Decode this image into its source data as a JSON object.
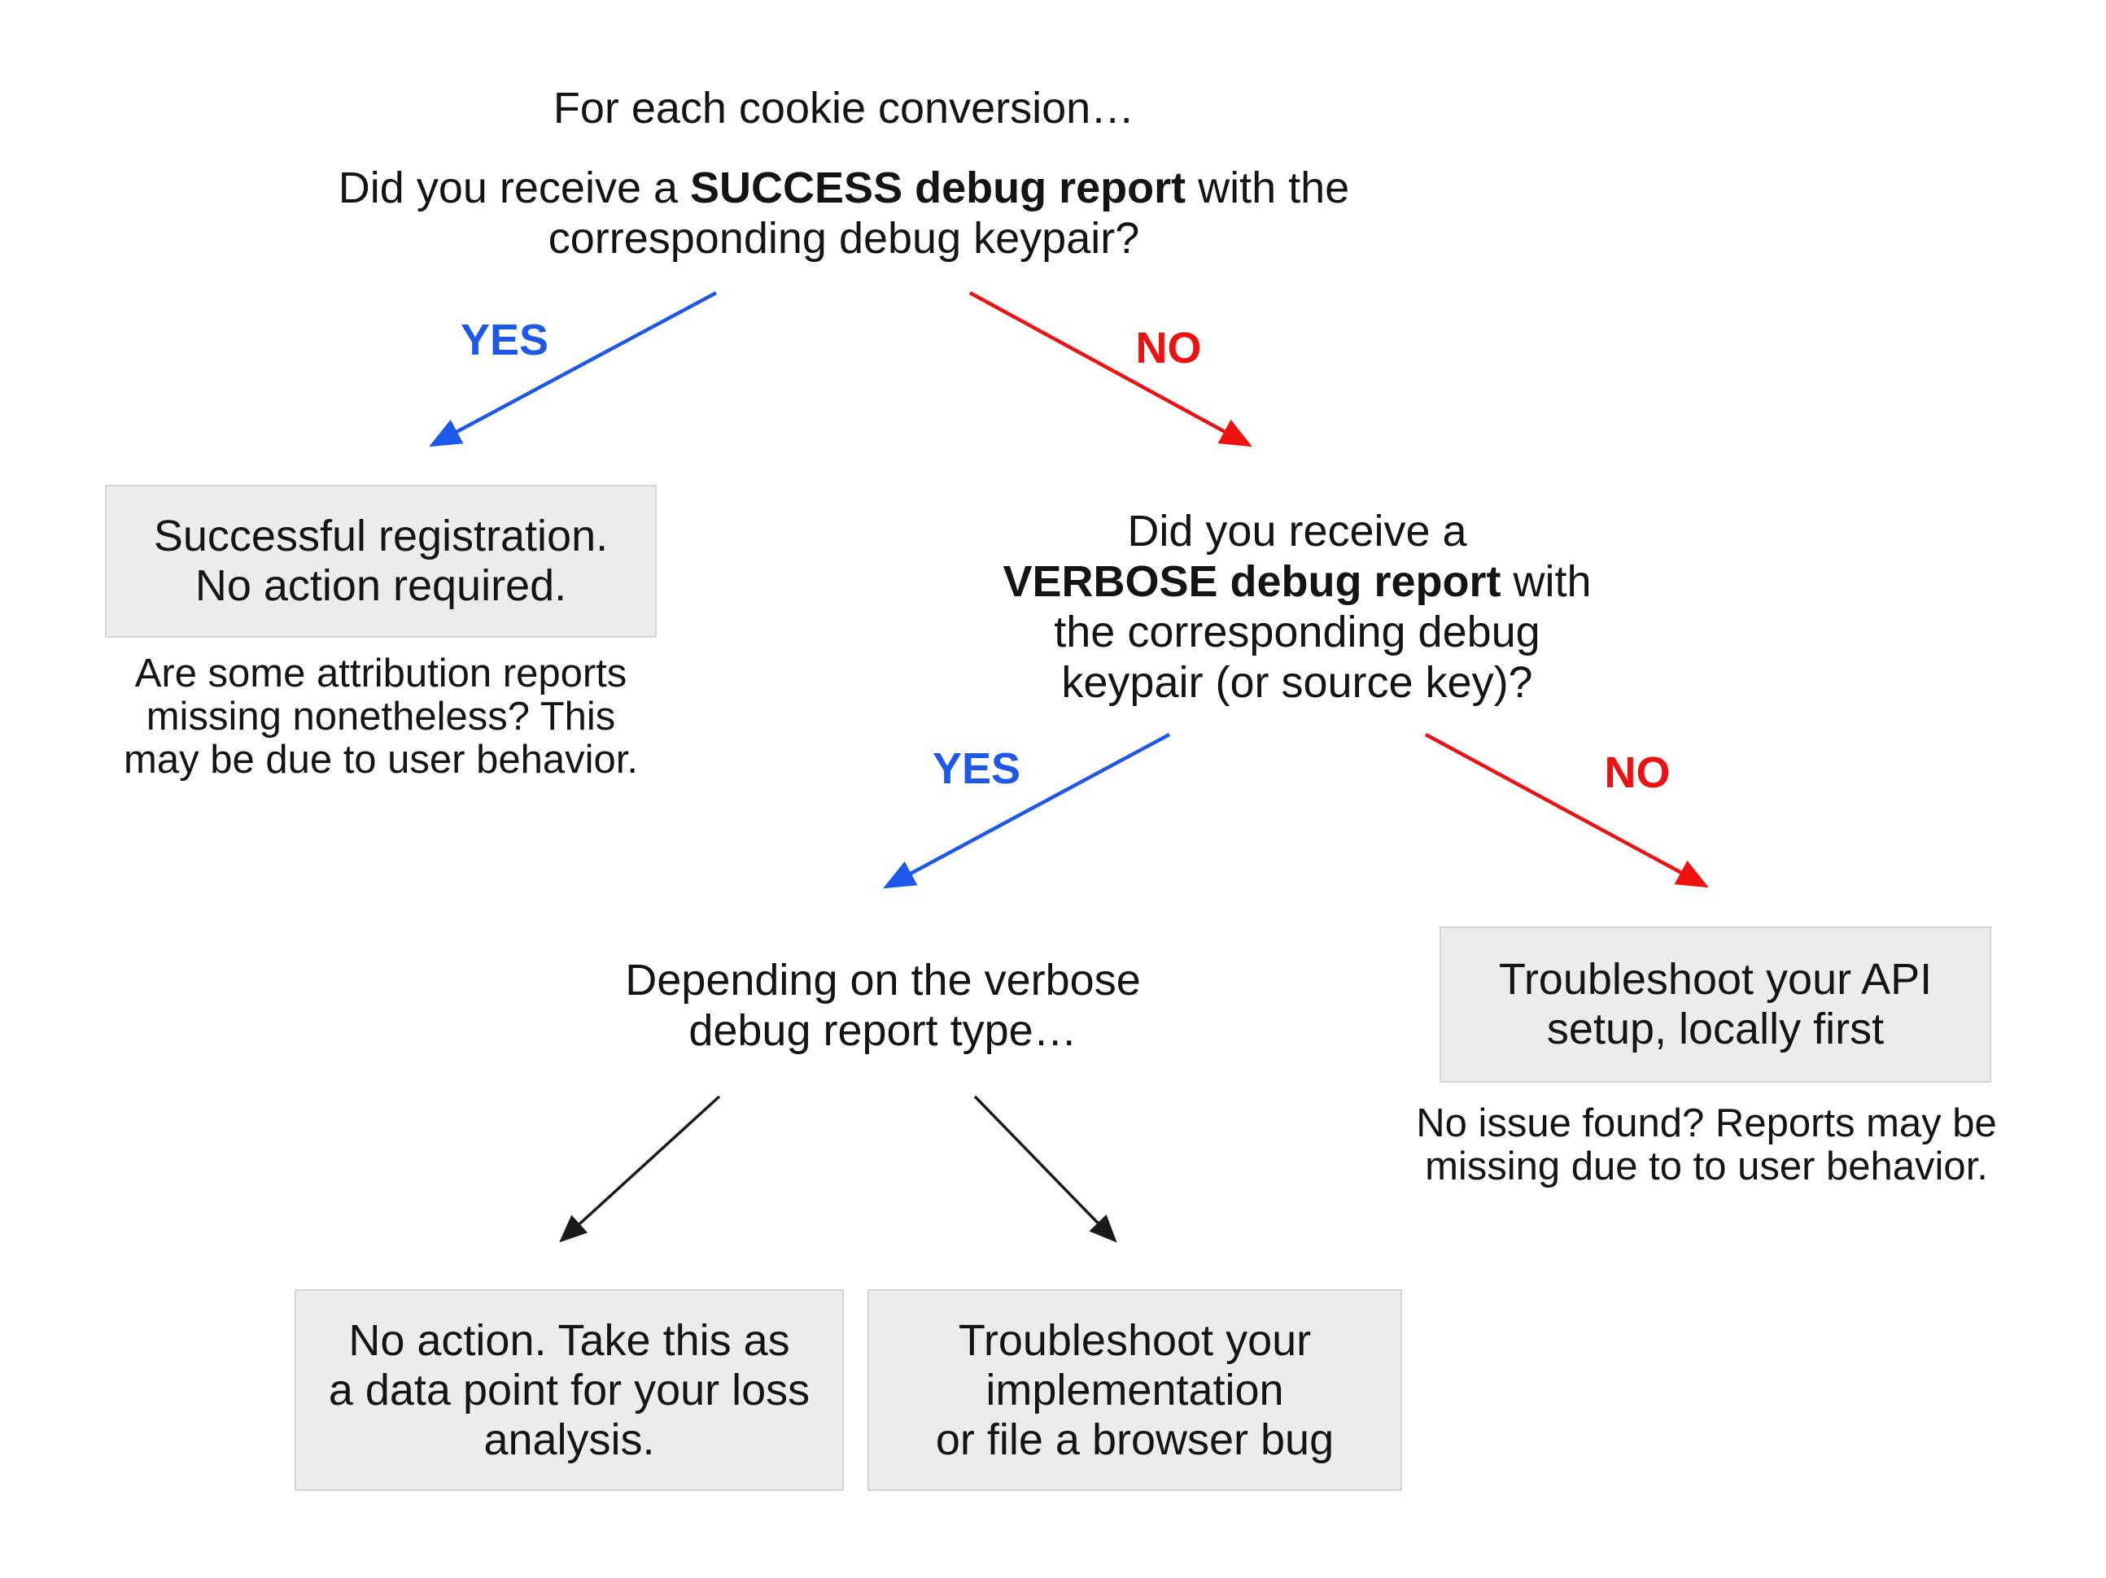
{
  "colors": {
    "yes": "#1d58e9",
    "no": "#ee1111",
    "arrow": "#1a1a1a",
    "box_fill": "#ececec",
    "box_border": "#d4d4d4",
    "text": "#141414"
  },
  "root_question": {
    "intro": "For each cookie conversion…",
    "line1_pre": "Did you receive a ",
    "line1_bold": "SUCCESS debug report",
    "line1_post": " with the",
    "line2": "corresponding debug keypair?"
  },
  "branch1": {
    "yes_label": "YES",
    "no_label": "NO",
    "yes_outcome": {
      "line1": "Successful registration.",
      "line2": "No action required."
    },
    "yes_note": {
      "line1": "Are some attribution reports",
      "line2": "missing nonetheless? This",
      "line3": "may be due to user behavior."
    }
  },
  "verbose_question": {
    "line1": "Did you receive a",
    "line2_bold": "VERBOSE debug report",
    "line2_post": " with",
    "line3": "the corresponding debug",
    "line4": "keypair (or source key)?"
  },
  "branch2": {
    "yes_label": "YES",
    "no_label": "NO",
    "no_outcome": {
      "line1": "Troubleshoot your API",
      "line2": "setup, locally first"
    },
    "no_note": {
      "line1": "No issue found? Reports may be",
      "line2": "missing due to to user behavior."
    }
  },
  "verbose_branch": {
    "header": {
      "line1": "Depending on the verbose",
      "line2": "debug report type…"
    },
    "outcome_left": {
      "line1": "No action. Take this as",
      "line2": "a data point for your loss",
      "line3": "analysis."
    },
    "outcome_right": {
      "line1": "Troubleshoot your",
      "line2": "implementation",
      "line3": "or file a browser bug"
    }
  }
}
